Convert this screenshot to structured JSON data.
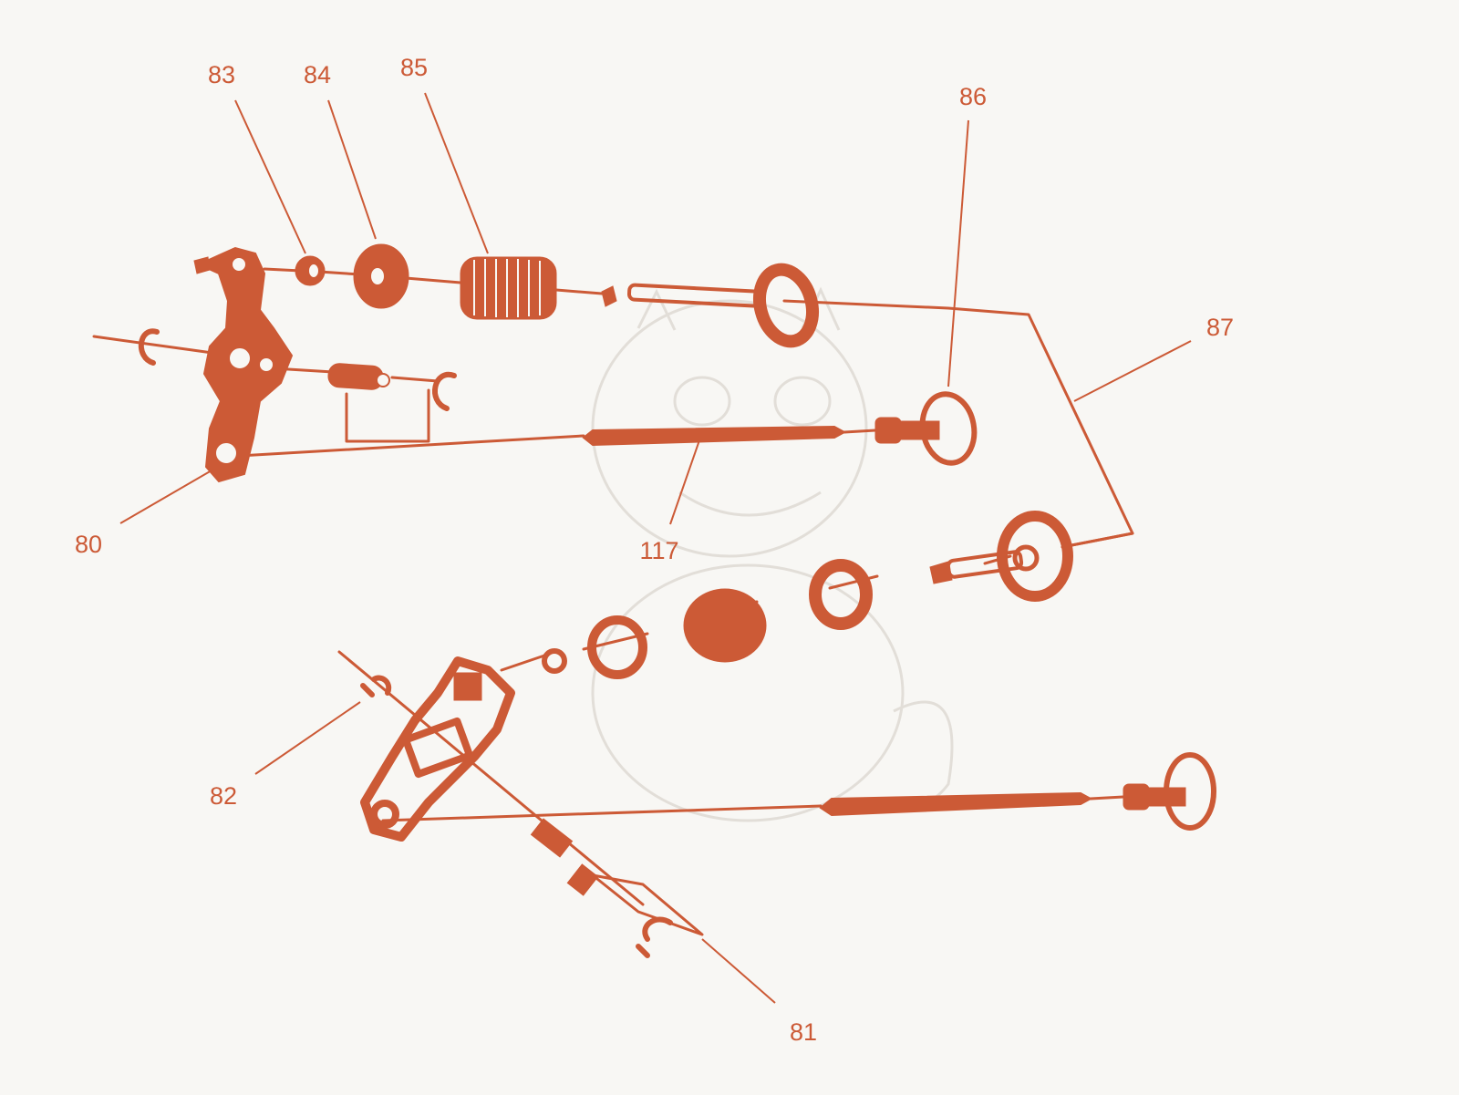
{
  "colors": {
    "ink": "#cc5a36",
    "background": "#f8f7f4",
    "watermark": "#e2ded8"
  },
  "callouts": [
    {
      "id": "80",
      "label": "80"
    },
    {
      "id": "81",
      "label": "81"
    },
    {
      "id": "82",
      "label": "82"
    },
    {
      "id": "83",
      "label": "83"
    },
    {
      "id": "84",
      "label": "84"
    },
    {
      "id": "85",
      "label": "85"
    },
    {
      "id": "86",
      "label": "86"
    },
    {
      "id": "87",
      "label": "87"
    },
    {
      "id": "117",
      "label": "117"
    }
  ]
}
